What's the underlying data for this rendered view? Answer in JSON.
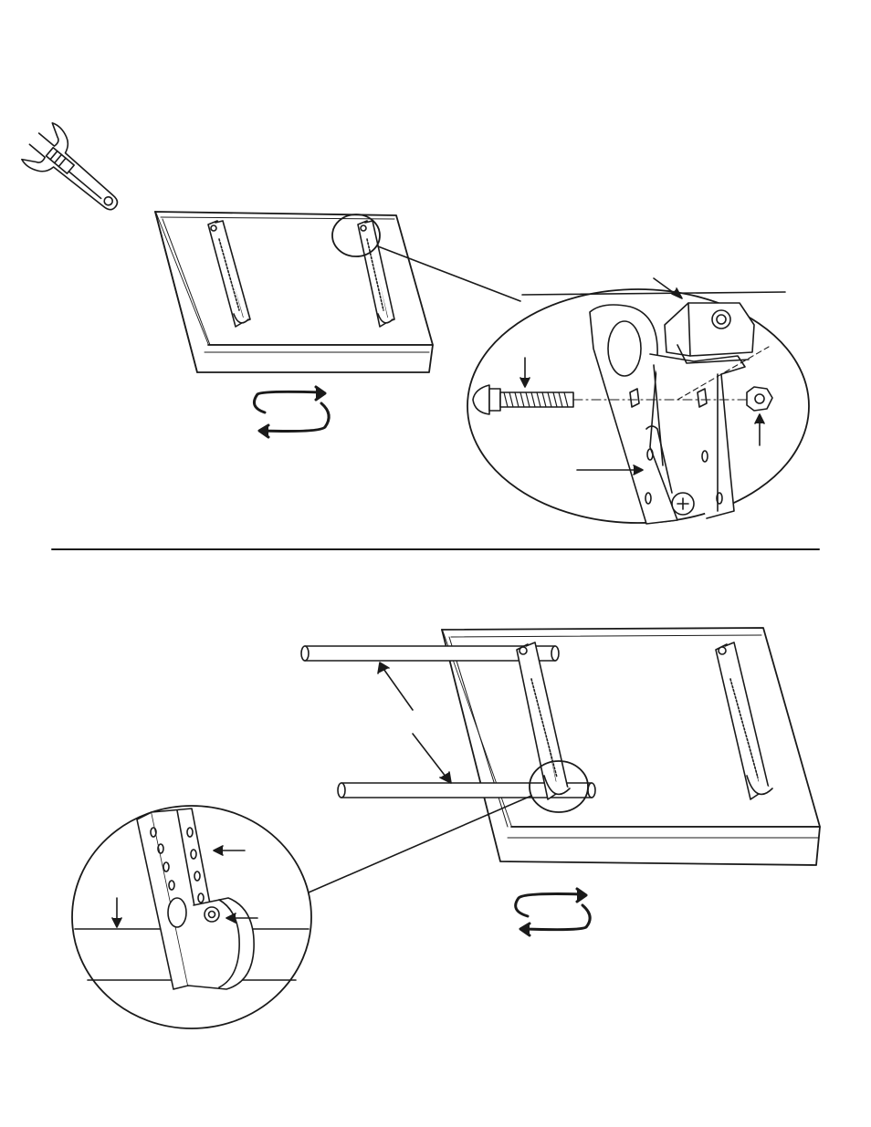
{
  "page": {
    "background": "#ffffff",
    "ink_color": "#1a1a1a",
    "shade_color": "#d0d0d0"
  },
  "steps": [
    {
      "id": "step-1",
      "icons": [
        "wrench-icon",
        "rotate-arrows-icon"
      ],
      "parts": [
        "board",
        "left-mounting-bracket",
        "right-mounting-bracket",
        "carriage-bolt",
        "hex-nut",
        "square-spacer-block"
      ],
      "callouts": [
        "bolt-arrow",
        "nut-arrow",
        "block-arrow",
        "bracket-arrow"
      ]
    },
    {
      "id": "step-2",
      "icons": [
        "rotate-arrows-icon"
      ],
      "parts": [
        "board",
        "left-mounting-bracket",
        "right-mounting-bracket",
        "upper-rod",
        "lower-rod",
        "rod-clamp",
        "clamp-screw"
      ],
      "callouts": [
        "rod-arrow",
        "bracket-arrow",
        "screw-arrow"
      ]
    }
  ]
}
